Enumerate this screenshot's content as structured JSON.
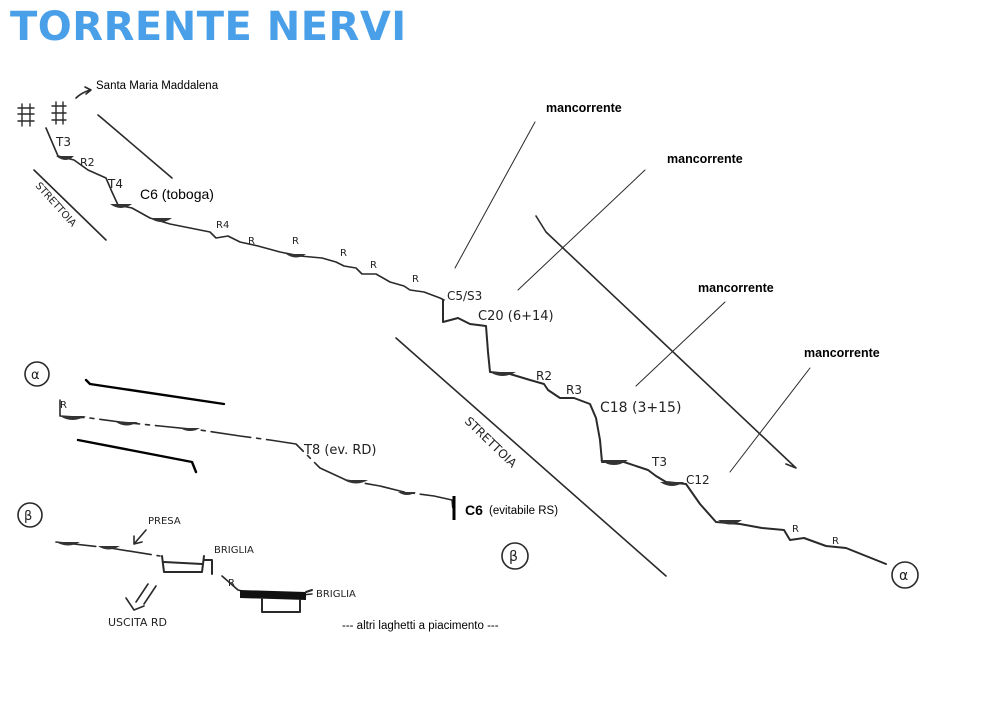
{
  "title": "TORRENTE NERVI",
  "labels": {
    "santa_maria": "Santa Maria Maddalena",
    "mancorrente": "mancorrente",
    "t3_top": "T3",
    "r2_top": "R2",
    "t4": "T4",
    "c6_toboga": "C6 (toboga)",
    "strettoia": "STRETTOIA",
    "r4": "R4",
    "r": "R",
    "c5_s3": "C5/S3",
    "c20": "C20 (6+14)",
    "r2_mid": "R2",
    "r3": "R3",
    "c18": "C18 (3+15)",
    "t3_mid": "T3",
    "c12": "C12",
    "alpha": "α",
    "beta": "β",
    "t8": "T8 (ev. RD)",
    "c6_bold": "C6",
    "c6_evitabile": "(evitabile RS)",
    "presa": "PRESA",
    "briglia": "BRIGLIA",
    "uscita": "USCITA RD",
    "altri": "--- altri laghetti a piacimento ---"
  },
  "colors": {
    "title": "#4aa0e8",
    "ink": "#2a2a2a"
  }
}
